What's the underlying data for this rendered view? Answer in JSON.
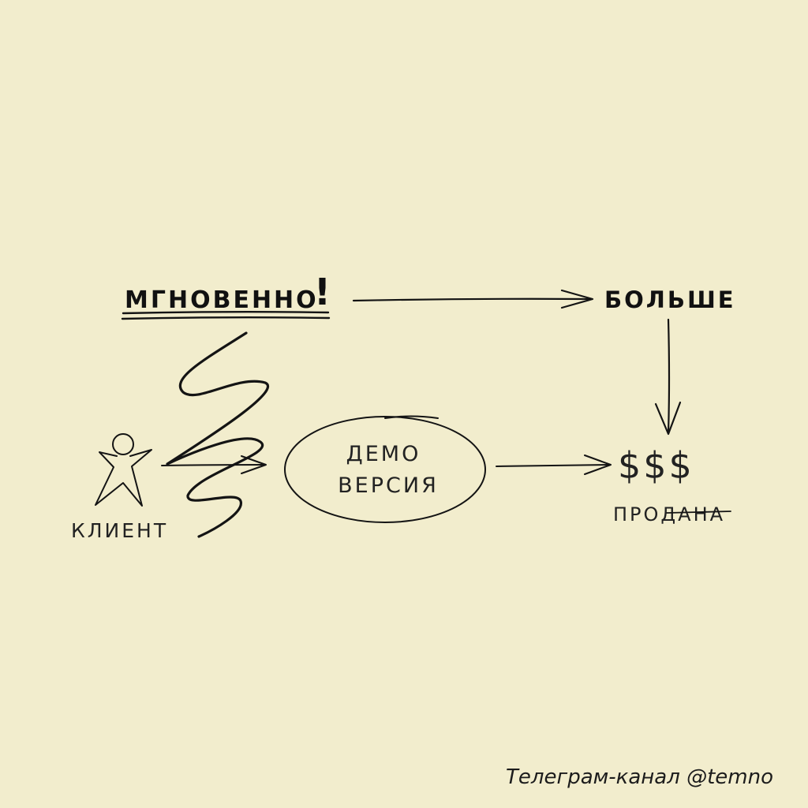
{
  "diagram": {
    "instantly_label": "МГНОВЕННО",
    "instantly_exclamation": "!",
    "more_label": "БОЛЬШЕ",
    "client_label": "КЛИЕНТ",
    "demo_line1": "ДЕМО",
    "demo_line2": "ВЕРСИЯ",
    "money_label": "$$$",
    "sold_label": "ПРОДАНА"
  },
  "footer": {
    "channel_text": "Телеграм-канал @temno"
  }
}
